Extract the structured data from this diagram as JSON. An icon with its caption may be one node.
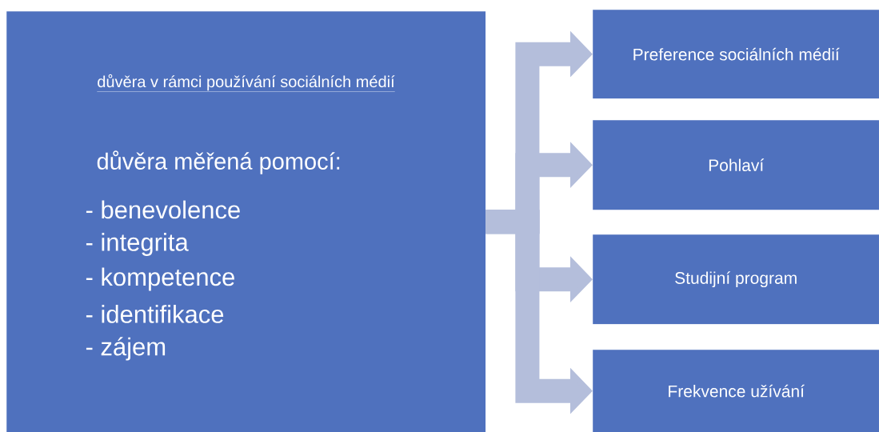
{
  "diagram": {
    "nodes": [
      {
        "text": [
          "důvěra v rámci používání sociálních médií",
          "důvěra měřená pomocí:",
          "- benevolence",
          "- integrita",
          "- kompetence",
          "- identifikace",
          "- zájem"
        ]
      },
      {
        "text": [
          "Preference sociálních médií"
        ]
      },
      {
        "text": [
          "Pohlaví"
        ]
      },
      {
        "text": [
          "Studijní program"
        ]
      },
      {
        "text": [
          "Frekvence užívání"
        ]
      }
    ],
    "edges": [
      {
        "from": 0,
        "to": 1,
        "arrow": "to"
      },
      {
        "from": 0,
        "to": 2,
        "arrow": "to"
      },
      {
        "from": 0,
        "to": 3,
        "arrow": "to"
      },
      {
        "from": 0,
        "to": 4,
        "arrow": "to"
      }
    ]
  }
}
